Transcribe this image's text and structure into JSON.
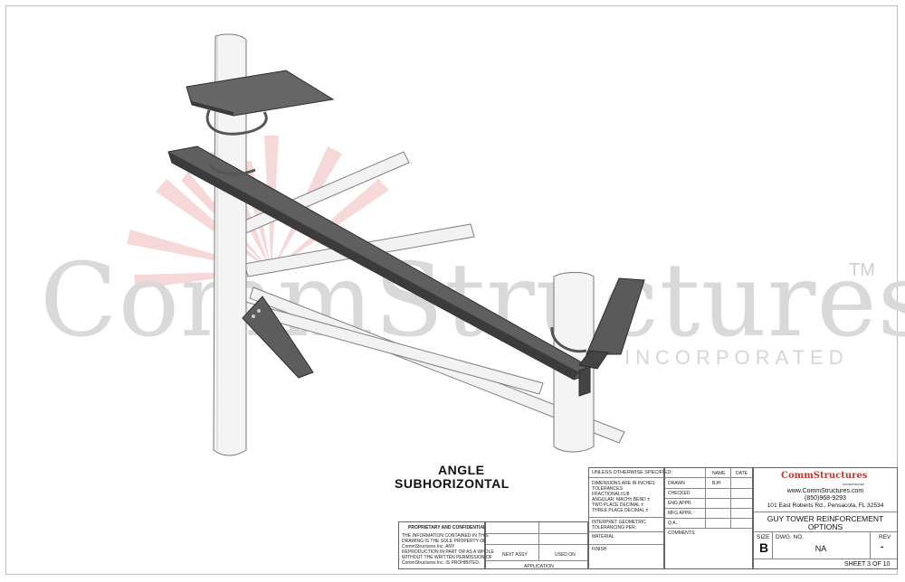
{
  "watermark": {
    "brand": "CommStructures",
    "sub": "INCORPORATED",
    "tm": "TM"
  },
  "captions": {
    "line1": "ANGLE",
    "line2": "SUBHORIZONTAL"
  },
  "proprietary": {
    "title": "PROPRIETARY AND CONFIDENTIAL",
    "body": [
      "THE INFORMATION CONTAINED IN THIS",
      "DRAWING IS THE SOLE PROPERTY OF",
      "CommStructures Inc.  ANY",
      "REPRODUCTION IN PART OR AS A WHOLE",
      "WITHOUT THE WRITTEN PERMISSION OF",
      "CommStructures Inc. IS PROHIBITED."
    ],
    "next_assy": "NEXT ASSY",
    "used_on": "USED ON",
    "application": "APPLICATION"
  },
  "specs": {
    "header": "UNLESS OTHERWISE SPECIFIED:",
    "lines": [
      "DIMENSIONS ARE IN INCHES",
      "TOLERANCES:",
      "FRACTIONAL±1/8",
      "ANGULAR: MACH±   BEND ±",
      "TWO PLACE DECIMAL    ±",
      "THREE PLACE DECIMAL  ±"
    ],
    "interpret": [
      "INTERPRET GEOMETRIC",
      "TOLERANCING PER:"
    ],
    "material": "MATERIAL",
    "finish": "FINISH"
  },
  "signoff": {
    "name_col": "NAME",
    "date_col": "DATE",
    "rows": [
      {
        "label": "DRAWN",
        "name": "BJH"
      },
      {
        "label": "CHECKED",
        "name": ""
      },
      {
        "label": "ENG APPR.",
        "name": ""
      },
      {
        "label": "MFG APPR.",
        "name": ""
      },
      {
        "label": "Q.A.",
        "name": ""
      },
      {
        "label": "COMMENTS:",
        "name": ""
      }
    ]
  },
  "company": {
    "logo": "CommStructures",
    "logo_sub": "INCORPORATED",
    "website": "www.CommStructures.com",
    "phone": "(850)968-9293",
    "address": "101 East Roberts Rd., Pensacola, FL 32534"
  },
  "drawing": {
    "title_line1": "GUY TOWER REINFORCEMENT",
    "title_line2": "OPTIONS",
    "size_label": "SIZE",
    "size": "B",
    "dwg_no_label": "DWG.  NO.",
    "dwg_no": "NA",
    "rev_label": "REV",
    "rev": "-",
    "sheet": "SHEET 3 OF 10"
  },
  "colors": {
    "steel": "#5a5a5a",
    "steel_edge": "#2e2e2e",
    "tube": "#f2f2f2",
    "tube_edge": "#7a7a7a",
    "watermark_burst": "#f3c9c9",
    "logo_red": "#c0392b"
  }
}
